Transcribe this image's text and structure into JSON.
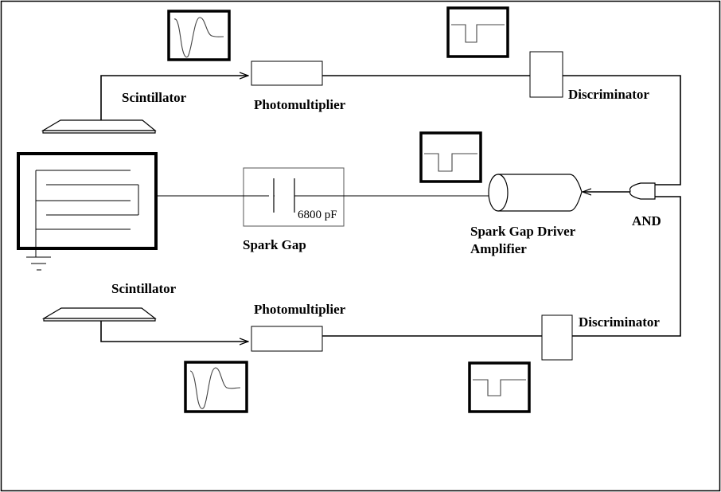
{
  "labels": {
    "scintillator_top": "Scintillator",
    "photomultiplier_top": "Photomultiplier",
    "discriminator_top": "Discriminator",
    "scintillator_bottom": "Scintillator",
    "photomultiplier_bottom": "Photomultiplier",
    "discriminator_bottom": "Discriminator",
    "spark_gap": "Spark Gap",
    "capacitance": "6800 pF",
    "driver_line1": "Spark Gap Driver",
    "driver_line2": "Amplifier",
    "and_gate": "AND"
  }
}
